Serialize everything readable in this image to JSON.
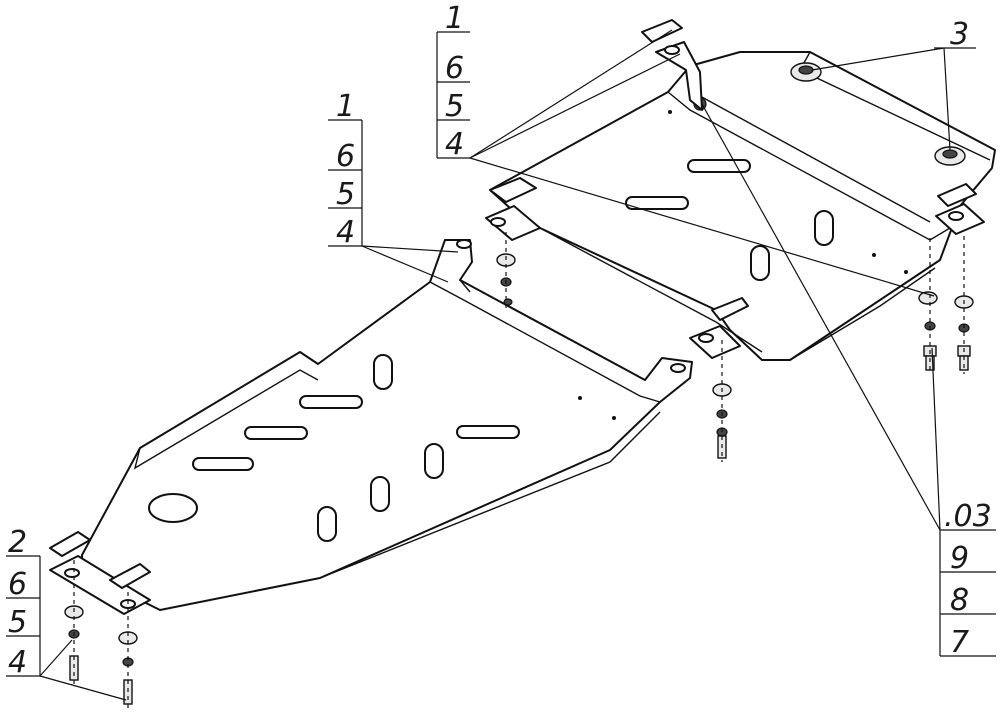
{
  "callouts": {
    "middle_group": [
      "1",
      "6",
      "5",
      "4"
    ],
    "top_group": [
      "1",
      "6",
      "5",
      "4"
    ],
    "bottom_left_group": [
      "2",
      "6",
      "5",
      "4"
    ],
    "right_group": [
      ".03",
      "9",
      "8",
      "7"
    ],
    "top_right": "3"
  }
}
